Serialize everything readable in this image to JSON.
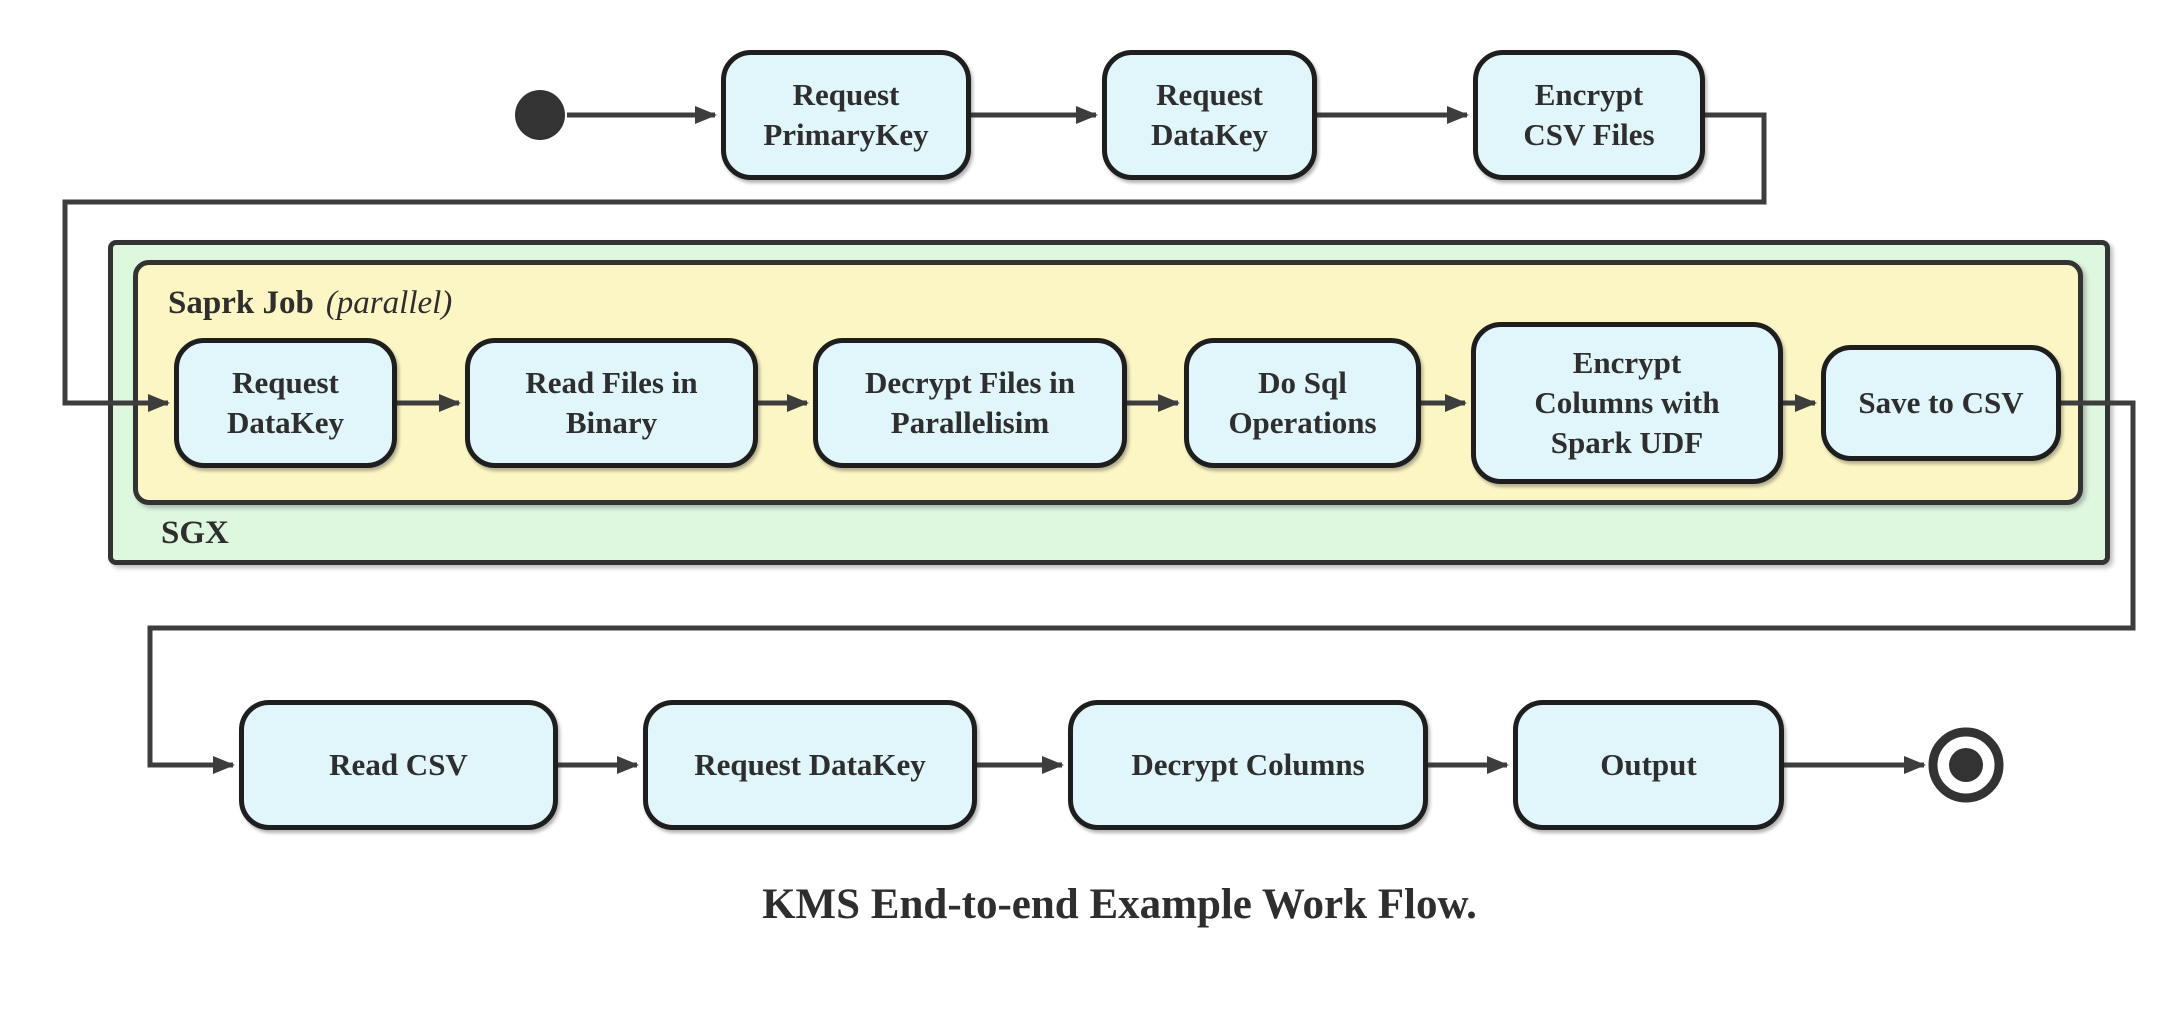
{
  "diagram": {
    "title": "KMS End-to-end Example Work Flow.",
    "sgx_container": {
      "label": "SGX"
    },
    "spark_container": {
      "label": "Saprk Job",
      "qualifier": "(parallel)"
    },
    "top_row": [
      {
        "label": "Request\nPrimaryKey"
      },
      {
        "label": "Request\nDataKey"
      },
      {
        "label": "Encrypt\nCSV Files"
      }
    ],
    "spark_row": [
      {
        "label": "Request\nDataKey"
      },
      {
        "label": "Read Files in\nBinary"
      },
      {
        "label": "Decrypt Files in\nParallelisim"
      },
      {
        "label": "Do Sql\nOperations"
      },
      {
        "label": "Encrypt\nColumns with\nSpark UDF"
      },
      {
        "label": "Save to CSV"
      }
    ],
    "bottom_row": [
      {
        "label": "Read CSV"
      },
      {
        "label": "Request DataKey"
      },
      {
        "label": "Decrypt Columns"
      },
      {
        "label": "Output"
      }
    ],
    "colors": {
      "node_fill": "#e1f6fa",
      "node_border": "#1e1e1e",
      "spark_fill": "#fcf6c4",
      "sgx_fill": "#def7df",
      "container_border": "#333333",
      "edge": "#3d3d3d",
      "start_end_marker": "#333333",
      "text": "#2e2e2e"
    }
  }
}
